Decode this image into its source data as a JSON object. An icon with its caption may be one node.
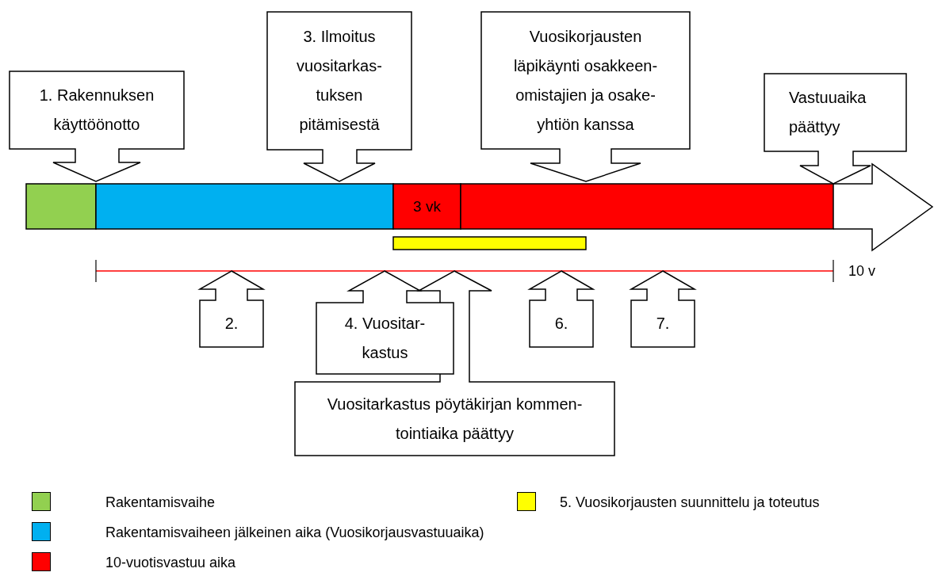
{
  "diagram": {
    "nodes": [
      {
        "text": [
          "3. Ilmoitus vuositarkas- tuksen pitämisestä"
        ]
      },
      {
        "text": [
          "Vuosikorjausten läpikäynti osakkeen- omistajien ja osake- yhtiön kanssa"
        ]
      },
      {
        "text": [
          "1. Rakennuksen käyttöönotto"
        ]
      },
      {
        "text": [
          "Vastuuaika päättyy"
        ]
      },
      {
        "text": [],
        "shape": "bar"
      },
      {
        "text": [],
        "shape": "bar"
      },
      {
        "text": [
          "3 vk"
        ]
      },
      {
        "text": [],
        "shape": "bar"
      },
      {
        "text": [],
        "shape": "bar"
      },
      {
        "text": [
          "2."
        ]
      },
      {
        "text": [
          "4. Vuositar- kastus"
        ]
      },
      {
        "text": [
          "6."
        ]
      },
      {
        "text": [
          "7."
        ]
      },
      {
        "text": [
          "Vuositarkastus pöytäkirjan kommen- tointiaika päättyy"
        ]
      }
    ],
    "labels": [
      "10 v"
    ],
    "legend": [
      {
        "text": "Rakentamisvaihe",
        "color": "#92d050"
      },
      {
        "text": "Rakentamisvaiheen jälkeinen aika (Vuosikorjausvastuuaika)",
        "color": "#00b0f0"
      },
      {
        "text": "10-vuotisvastuu aika",
        "color": "#ff0000"
      },
      {
        "text": "5. Vuosikorjausten suunnittelu ja toteutus",
        "color": "#ffff00"
      }
    ]
  }
}
